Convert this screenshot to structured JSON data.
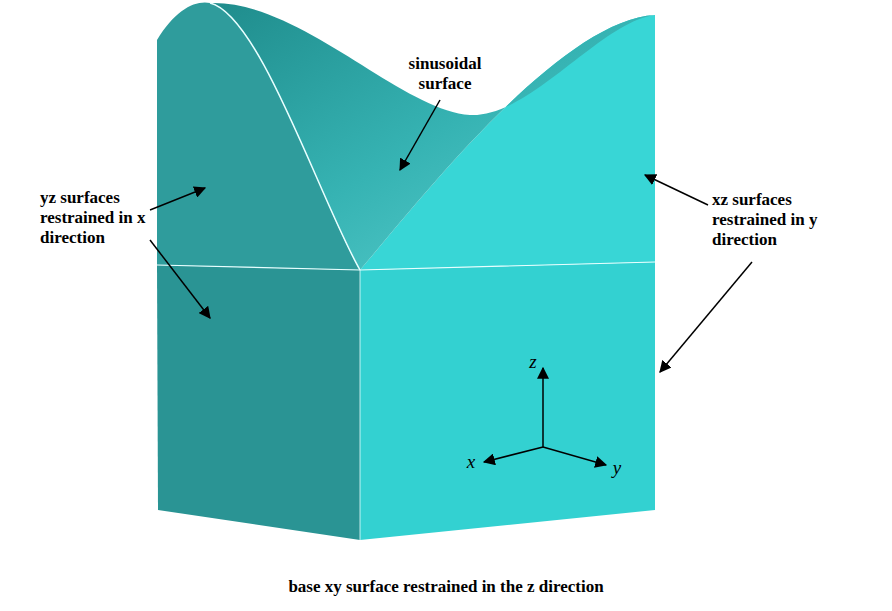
{
  "diagram": {
    "labels": [
      "sinusoidal surface",
      "yz surfaces restrained in x direction",
      "xz surfaces restrained in y direction",
      "z",
      "x",
      "y",
      "base xy surface restrained in the z direction"
    ]
  }
}
